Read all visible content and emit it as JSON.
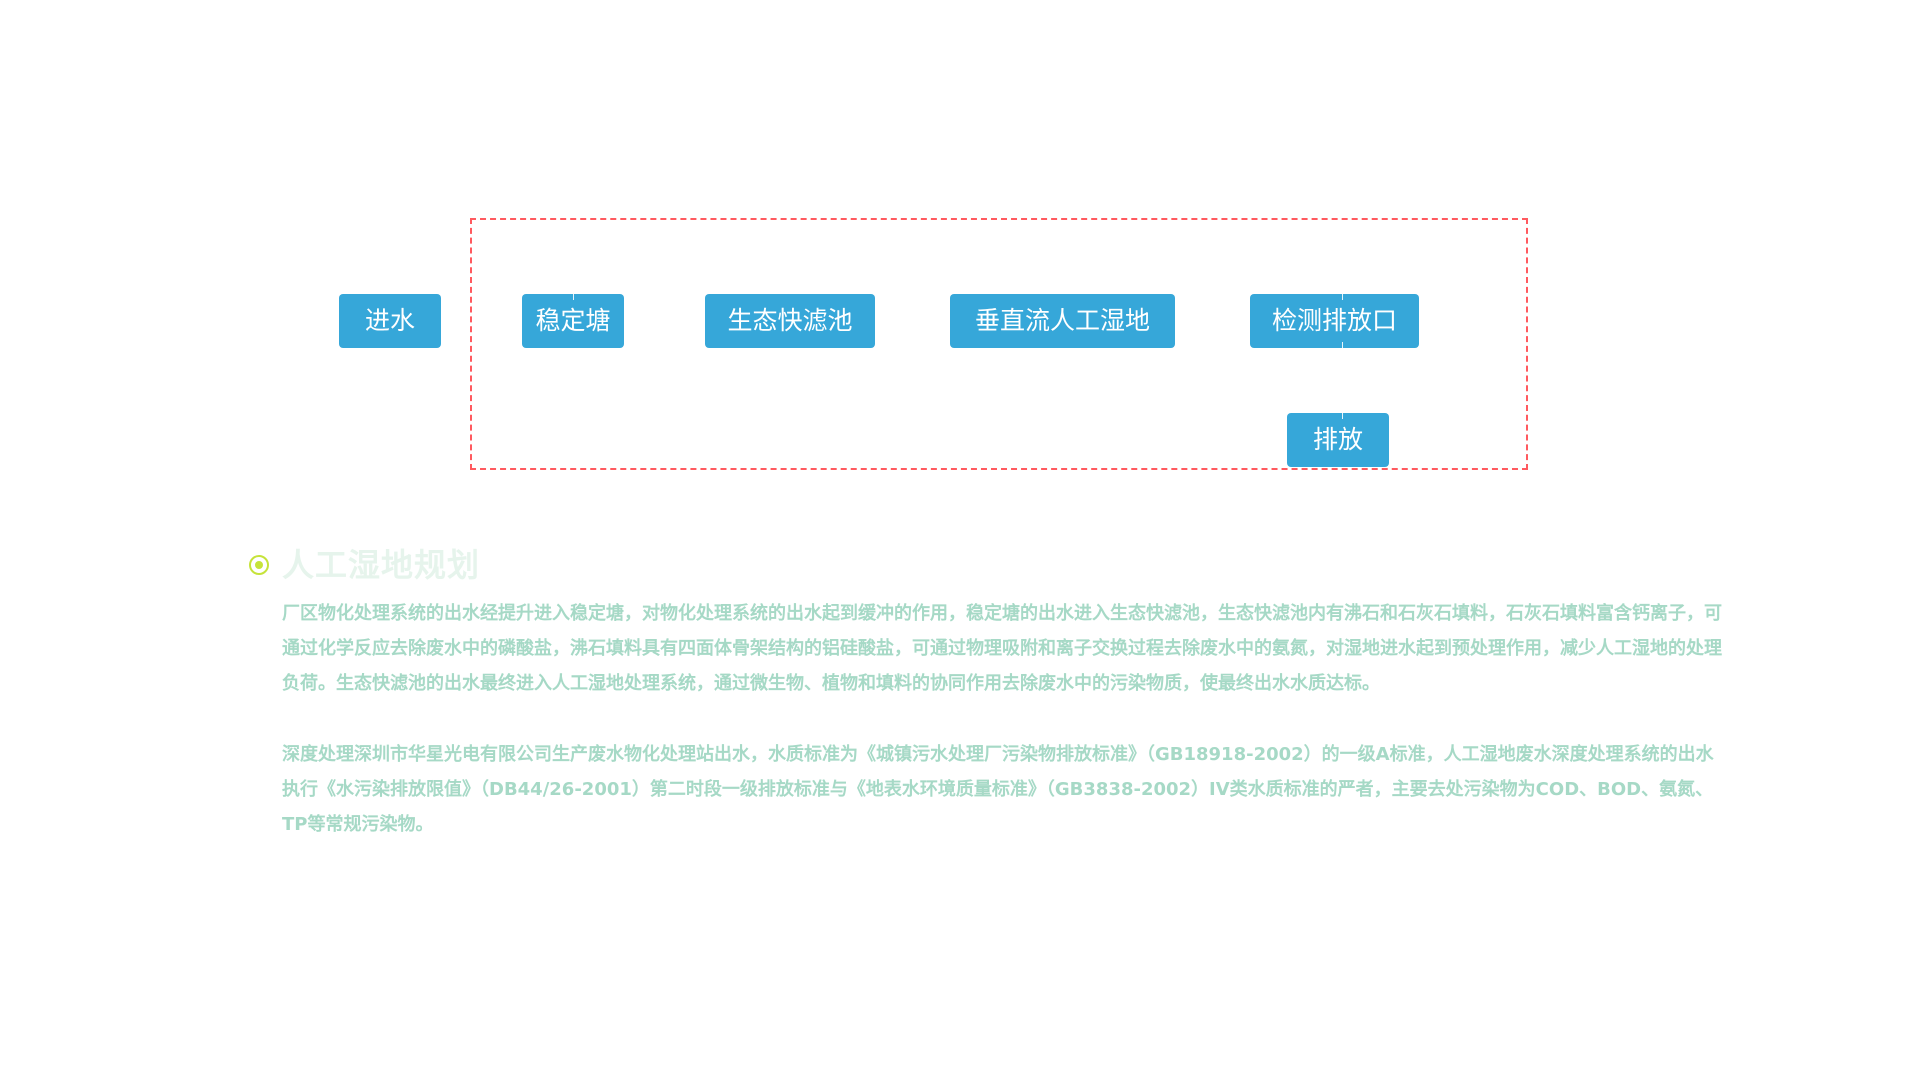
{
  "flow": {
    "nodes": [
      {
        "id": "inlet",
        "label": "进水"
      },
      {
        "id": "stabilization-pond",
        "label": "稳定塘"
      },
      {
        "id": "eco-fast-filter",
        "label": "生态快滤池"
      },
      {
        "id": "vertical-flow-wetland",
        "label": "垂直流人工湿地"
      },
      {
        "id": "monitoring-outlet",
        "label": "检测排放口"
      },
      {
        "id": "discharge",
        "label": "排放"
      }
    ],
    "colors": {
      "node_fill": "#36a7d9",
      "node_text": "#ffffff",
      "frame_border": "#ff5a5f"
    }
  },
  "section": {
    "title": "人工湿地规划",
    "bullet_color": "#c6e33a",
    "paragraphs": [
      "厂区物化处理系统的出水经提升进入稳定塘，对物化处理系统的出水起到缓冲的作用，稳定塘的出水进入生态快滤池，生态快滤池内有沸石和石灰石填料，石灰石填料富含钙离子，可通过化学反应去除废水中的磷酸盐，沸石填料具有四面体骨架结构的铝硅酸盐，可通过物理吸附和离子交换过程去除废水中的氨氮，对湿地进水起到预处理作用，减少人工湿地的处理负荷。生态快滤池的出水最终进入人工湿地处理系统，通过微生物、植物和填料的协同作用去除废水中的污染物质，使最终出水水质达标。",
      "深度处理深圳市华星光电有限公司生产废水物化处理站出水，水质标准为《城镇污水处理厂污染物排放标准》（GB18918-2002）的一级A标准，人工湿地废水深度处理系统的出水执行《水污染排放限值》（DB44/26-2001）第二时段一级排放标准与《地表水环境质量标准》（GB3838-2002）IV类水质标准的严者，主要去处污染物为COD、BOD、氨氮、TP等常规污染物。"
    ],
    "colors": {
      "title": "#e6f4ec",
      "body": "#a6d9c6"
    }
  }
}
